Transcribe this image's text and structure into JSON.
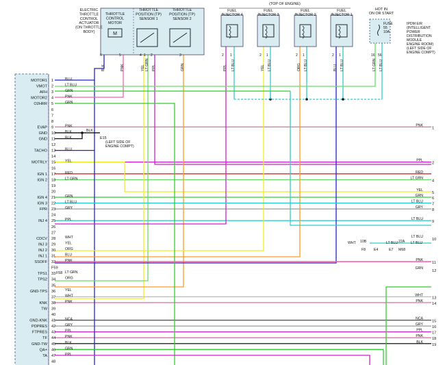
{
  "header": {
    "top_of_engine": "(TOP OF ENGINE)"
  },
  "components": {
    "etc_actuator": [
      "ELECTRIC",
      "THROTTLE",
      "CONTROL",
      "ACTUATOR",
      "(ON THROTTLE",
      "BODY)"
    ],
    "tc_motor": [
      "THROTTLE",
      "CONTROL",
      "MOTOR"
    ],
    "tp1": [
      "THROTTLE",
      "POSITION (TP)",
      "SENSOR 1"
    ],
    "tp2": [
      "THROTTLE",
      "POSITION (TP)",
      "SENSOR 2"
    ],
    "inj4": [
      "FUEL",
      "INJECTOR 4"
    ],
    "inj3": [
      "FUEL",
      "INJECTOR 3"
    ],
    "inj2": [
      "FUEL",
      "INJECTOR 2"
    ],
    "inj1": [
      "FUEL",
      "INJECTOR 1"
    ],
    "hot_in": [
      "HOT IN",
      "ON OR START"
    ],
    "fuse": [
      "FUSE",
      "55",
      "10A"
    ],
    "ipdm": [
      "IPDM E/R",
      "(INTELLIGENT",
      "POWER",
      "DISTRIBUTION",
      "MODULE",
      "ENGINE ROOM)",
      "(LEFT SIDE OF",
      "ENGINE COMPT)"
    ],
    "ground_ref": "E15",
    "ground_note": [
      "(LEFT SIDE OF",
      "ENGINE COMPT)"
    ],
    "ecm_conn": "F58"
  },
  "top_wires": [
    {
      "color": "BLK",
      "pin": "6"
    },
    {
      "color": "PNK",
      "pin": "5"
    },
    {
      "color": "YEL",
      "pin": "4"
    },
    {
      "color": "LT GRN",
      "pin": "1"
    },
    {
      "color": "PPL",
      "pin": "2"
    },
    {
      "color": "GRN",
      "pin": "3"
    },
    {
      "color": "PPL",
      "pin": "2"
    },
    {
      "color": "LT BLU",
      "pin": "1"
    },
    {
      "color": "YEL",
      "pin": "2"
    },
    {
      "color": "LT BLU",
      "pin": "1"
    },
    {
      "color": "ORG",
      "pin": "2"
    },
    {
      "color": "LT BLU",
      "pin": "1"
    },
    {
      "color": "BLU",
      "pin": "2"
    },
    {
      "color": "LT BLU",
      "pin": "1"
    },
    {
      "color": "LT GRN",
      "pin": "16"
    },
    {
      "color": "LT BLU",
      "pin": "56"
    }
  ],
  "ecm_pins": [
    {
      "label": "MOTOR1",
      "num": "1",
      "color": "BLU"
    },
    {
      "label": "VMOT",
      "num": "2",
      "color": "LT BLU"
    },
    {
      "label": "AFH",
      "num": "3",
      "color": "GRN"
    },
    {
      "label": "MOTOR2",
      "num": "4",
      "color": "PNK"
    },
    {
      "label": "O2HRR",
      "num": "5",
      "color": "GRN"
    },
    {
      "label": "",
      "num": "6",
      "color": ""
    },
    {
      "label": "",
      "num": "7",
      "color": ""
    },
    {
      "label": "",
      "num": "8",
      "color": ""
    },
    {
      "label": "EVAP",
      "num": "9",
      "color": "PNK"
    },
    {
      "label": "GND",
      "num": "10",
      "color": "BLK"
    },
    {
      "label": "GND",
      "num": "11",
      "color": "BLK"
    },
    {
      "label": "",
      "num": "12",
      "color": ""
    },
    {
      "label": "TACHO",
      "num": "13",
      "color": "BLU"
    },
    {
      "label": "",
      "num": "14",
      "color": ""
    },
    {
      "label": "MOTRLY",
      "num": "15",
      "color": "YEL"
    },
    {
      "label": "",
      "num": "16",
      "color": ""
    },
    {
      "label": "IGN 1",
      "num": "17",
      "color": "RED"
    },
    {
      "label": "IGN 2",
      "num": "18",
      "color": "LT GRN"
    },
    {
      "label": "",
      "num": "19",
      "color": ""
    },
    {
      "label": "",
      "num": "20",
      "color": ""
    },
    {
      "label": "IGN 4",
      "num": "21",
      "color": "GRN"
    },
    {
      "label": "IGN 3",
      "num": "22",
      "color": "LT BLU"
    },
    {
      "label": "FPR",
      "num": "23",
      "color": "GRY"
    },
    {
      "label": "",
      "num": "24",
      "color": ""
    },
    {
      "label": "INJ 4",
      "num": "25",
      "color": "PPL"
    },
    {
      "label": "",
      "num": "26",
      "color": ""
    },
    {
      "label": "",
      "num": "27",
      "color": ""
    },
    {
      "label": "CDCV",
      "num": "28",
      "color": "WHT"
    },
    {
      "label": "INJ 3",
      "num": "29",
      "color": "YEL"
    },
    {
      "label": "INJ 2",
      "num": "30",
      "color": "ORG"
    },
    {
      "label": "INJ 1",
      "num": "31",
      "color": "BLU"
    },
    {
      "label": "SSOFF",
      "num": "32",
      "color": "PNK"
    },
    {
      "label": "",
      "num": "F59",
      "color": ""
    },
    {
      "label": "TPS1",
      "num": "33",
      "color": "LT GRN"
    },
    {
      "label": "TPS2",
      "num": "34",
      "color": "ORG"
    },
    {
      "label": "",
      "num": "35",
      "color": ""
    },
    {
      "label": "GND-TPS",
      "num": "36",
      "color": "YEL"
    },
    {
      "label": "",
      "num": "37",
      "color": "WHT"
    },
    {
      "label": "KNK",
      "num": "38",
      "color": "PNK"
    },
    {
      "label": "TW",
      "num": "39",
      "color": ""
    },
    {
      "label": "",
      "num": "40",
      "color": ""
    },
    {
      "label": "GND-KNK",
      "num": "41",
      "color": "NCA"
    },
    {
      "label": "PDPRES",
      "num": "42",
      "color": "GRY"
    },
    {
      "label": "FTPRES",
      "num": "43",
      "color": "PPL"
    },
    {
      "label": "TF",
      "num": "44",
      "color": "PNK"
    },
    {
      "label": "GND-TW",
      "num": "45",
      "color": "BLK"
    },
    {
      "label": "QA+",
      "num": "46",
      "color": "GRN"
    },
    {
      "label": "TA",
      "num": "47",
      "color": "PPL"
    },
    {
      "label": "",
      "num": "48",
      "color": ""
    }
  ],
  "right_labels": [
    {
      "color": "PNK",
      "num": "1"
    },
    {
      "color": "PPL",
      "num": "2"
    },
    {
      "color": "RED",
      "num": ""
    },
    {
      "color": "LT GRN",
      "num": "4"
    },
    {
      "color": "YEL",
      "num": "5"
    },
    {
      "color": "GRN",
      "num": "6"
    },
    {
      "color": "LT BLU",
      "num": "7"
    },
    {
      "color": "GRY",
      "num": "8"
    },
    {
      "color": "LT BLU",
      "num": "9"
    },
    {
      "color": "LT BLU",
      "num": "10"
    },
    {
      "color": "PNK",
      "num": "11"
    },
    {
      "color": "GRN",
      "num": "12"
    },
    {
      "color": "WHT",
      "num": "13"
    },
    {
      "color": "PNK",
      "num": "14"
    },
    {
      "color": "NCA",
      "num": "15"
    },
    {
      "color": "GRY",
      "num": "16"
    },
    {
      "color": "PPL",
      "num": "17"
    },
    {
      "color": "PNK",
      "num": "18"
    },
    {
      "color": "BLK",
      "num": "19"
    }
  ],
  "row10_connectors": {
    "wht": "WHT",
    "c1": "10B",
    "c1b": "F8",
    "c2": "E4",
    "c3": "E7",
    "c4": "M68",
    "ltblu1": "LT BLU",
    "pin22a": "22A",
    "ltblu2": "LT BLU"
  },
  "colors": {
    "BLU": "#2222cc",
    "LT BLU": "#33cccc",
    "GRN": "#33cc33",
    "PNK": "#ee66aa",
    "PPL": "#cc22cc",
    "YEL": "#eeee22",
    "ORG": "#ff9922",
    "LT GRN": "#66dd66",
    "RED": "#ee2222",
    "GRY": "#999999",
    "BLK": "#111111",
    "WHT": "#bbbbbb",
    "NCA": "#555555",
    "box": "#d9ecf2"
  }
}
